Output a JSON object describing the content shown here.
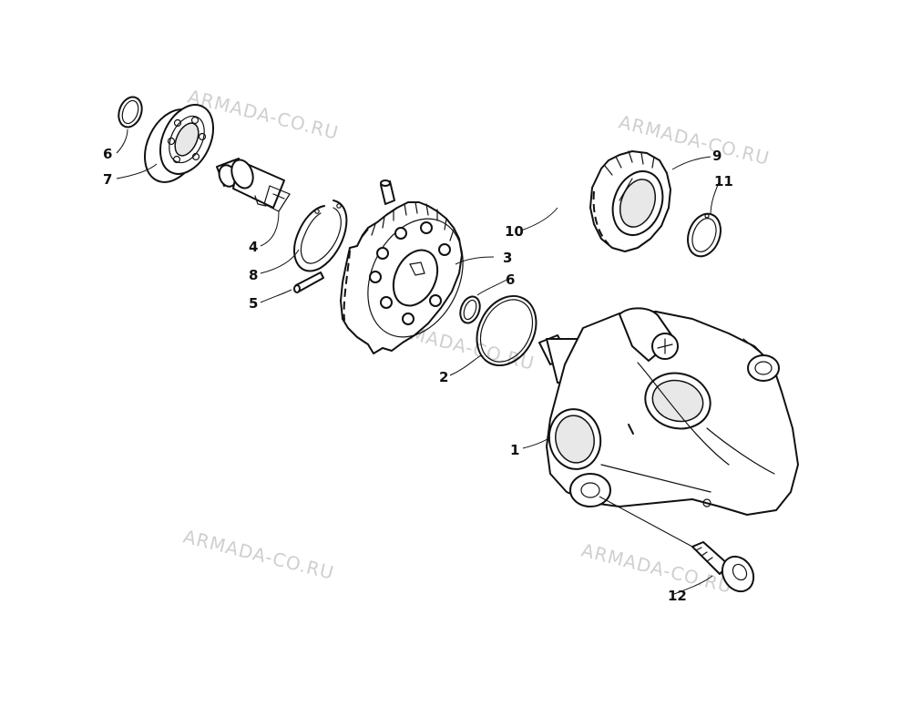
{
  "watermark_text": "ARMADA-CO.RU",
  "labels": {
    "l1": "1",
    "l2": "2",
    "l3": "3",
    "l4": "4",
    "l5": "5",
    "l6a": "6",
    "l6b": "6",
    "l7": "7",
    "l8": "8",
    "l9": "9",
    "l10": "10",
    "l11": "11",
    "l12": "12"
  },
  "colors": {
    "line": "#111111",
    "watermark": "#cfcfcf",
    "background": "#ffffff"
  }
}
